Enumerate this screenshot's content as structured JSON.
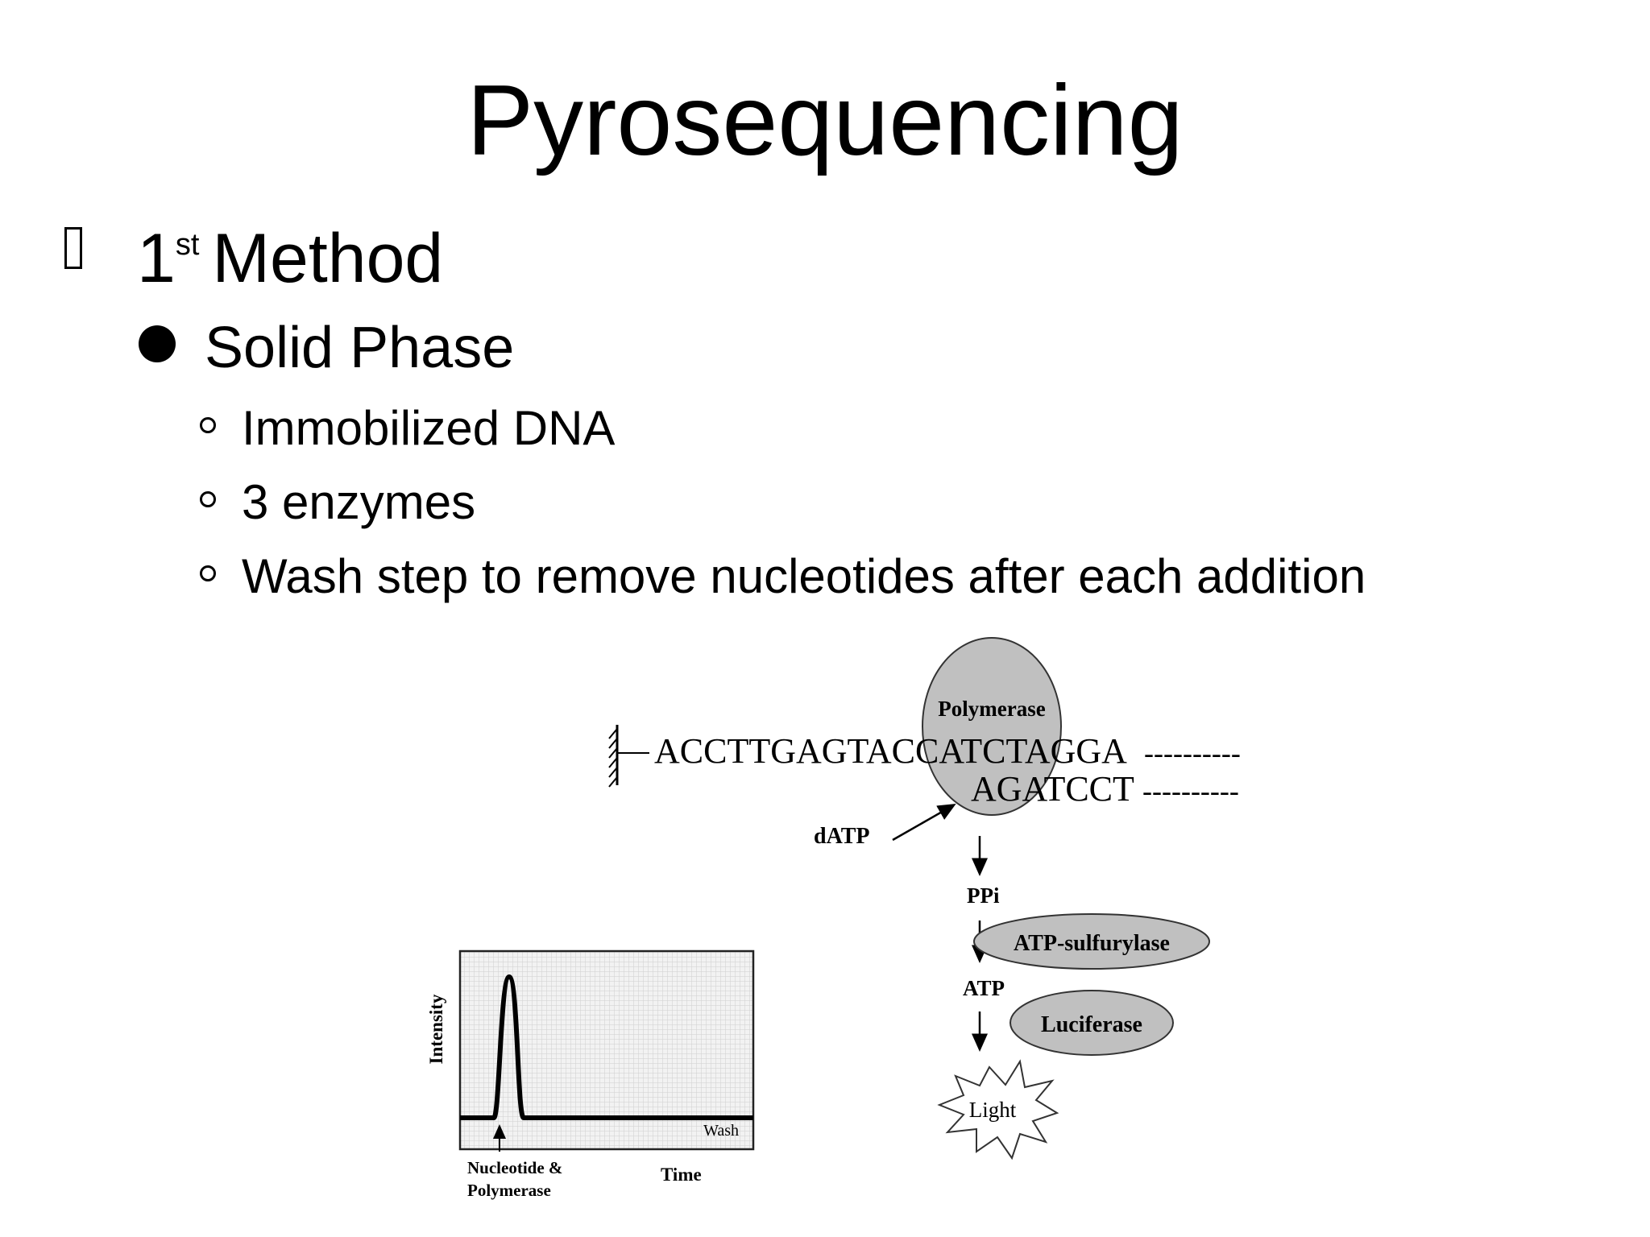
{
  "slide": {
    "title": "Pyrosequencing",
    "level1": {
      "number": "1",
      "superscript": "st",
      "label": "Method"
    },
    "level2": {
      "label": "Solid Phase"
    },
    "level3": [
      "Immobilized DNA",
      "3 enzymes",
      "Wash step to remove nucleotides after each addition"
    ]
  },
  "diagram": {
    "template_strand": "ACCTTGAGTACCATCTAGGA",
    "template_dashes": "----------",
    "primer_strand": "AGATCCT",
    "primer_dashes": "----------",
    "polymerase": "Polymerase",
    "nucleotide": "dATP",
    "ppi": "PPi",
    "atp_sulfurylase": "ATP-sulfurylase",
    "atp": "ATP",
    "luciferase": "Luciferase",
    "light": "Light"
  },
  "chart_data": {
    "type": "line",
    "ylabel": "Intensity",
    "xlabel": "Time",
    "annotations": [
      "Nucleotide &",
      "Polymerase",
      "Wash"
    ]
  }
}
